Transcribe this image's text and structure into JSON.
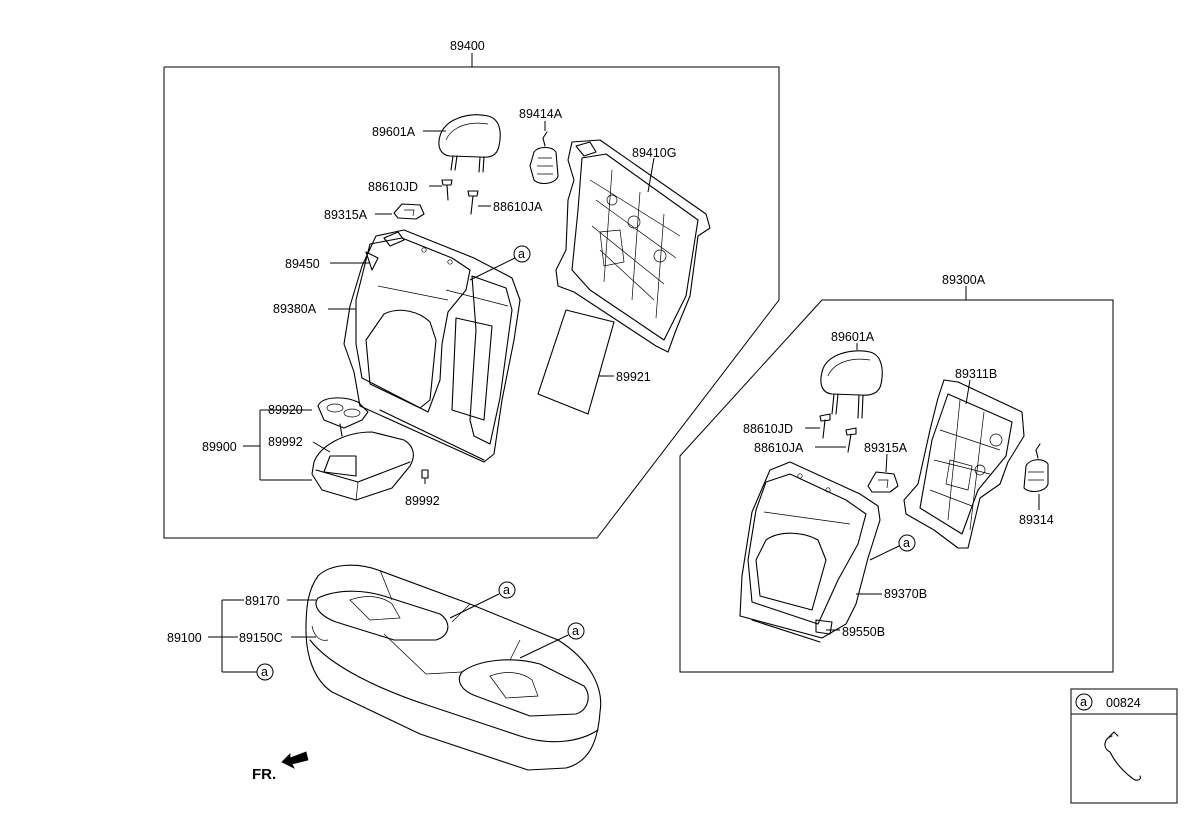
{
  "labels": {
    "assy_89400": "89400",
    "headrest_89601a": "89601A",
    "bracket_89414a": "89414A",
    "frame_89410g": "89410G",
    "guide_88610jd": "88610JD",
    "guide_88610ja": "88610JA",
    "latch_89315a": "89315A",
    "bracket_89450": "89450",
    "cover_89380a": "89380A",
    "pad_89921": "89921",
    "cupholder_89920": "89920",
    "armrest_89900": "89900",
    "armrest_89992": "89992",
    "screw_89992": "89992",
    "assy_89300a": "89300A",
    "headrest_89601a_r": "89601A",
    "frame_89311b": "89311B",
    "guide_88610jd_r": "88610JD",
    "guide_88610ja_r": "88610JA",
    "latch_89315a_r": "89315A",
    "bracket_89314": "89314",
    "cover_89370b": "89370B",
    "pad_89550b": "89550B",
    "cushion_89100": "89100",
    "cover_89170": "89170",
    "pad_89150c": "89150C",
    "fr": "FR."
  },
  "callout": {
    "letter": "a",
    "part_no": "00824"
  }
}
